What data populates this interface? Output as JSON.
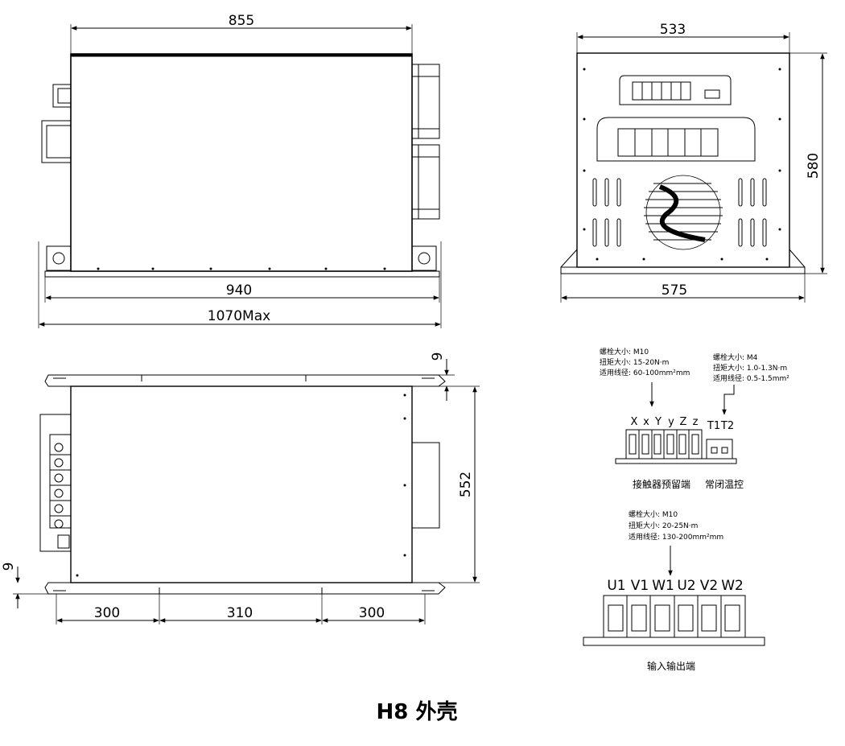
{
  "front_view": {
    "dim_top": "855",
    "dim_base": "940",
    "dim_overall": "1070Max"
  },
  "side_view": {
    "dim_width": "533",
    "dim_height": "580",
    "dim_base": "575"
  },
  "plan_view": {
    "dim_height": "552",
    "dim_offset_top": "9",
    "dim_offset_bottom": "9",
    "dim_spacing": [
      "300",
      "310",
      "300"
    ]
  },
  "contactor_terminal": {
    "specs": [
      "螺栓大小: M10",
      "扭矩大小: 15-20N·m",
      "适用线径: 60-100mm²mm"
    ],
    "labels": [
      "X",
      "x",
      "Y",
      "y",
      "Z",
      "z"
    ],
    "caption": "接触器预留端"
  },
  "nc_terminal": {
    "specs": [
      "螺栓大小: M4",
      "扭矩大小: 1.0-1.3N·m",
      "适用线径: 0.5-1.5mm²"
    ],
    "labels": [
      "T1",
      "T2"
    ],
    "caption": "常闭温控"
  },
  "io_terminal": {
    "specs": [
      "螺栓大小: M10",
      "扭矩大小: 20-25N·m",
      "适用线径: 130-200mm²mm"
    ],
    "labels": [
      "U1",
      "V1",
      "W1",
      "U2",
      "V2",
      "W2"
    ],
    "caption": "输入输出端"
  },
  "title": "H8 外壳"
}
